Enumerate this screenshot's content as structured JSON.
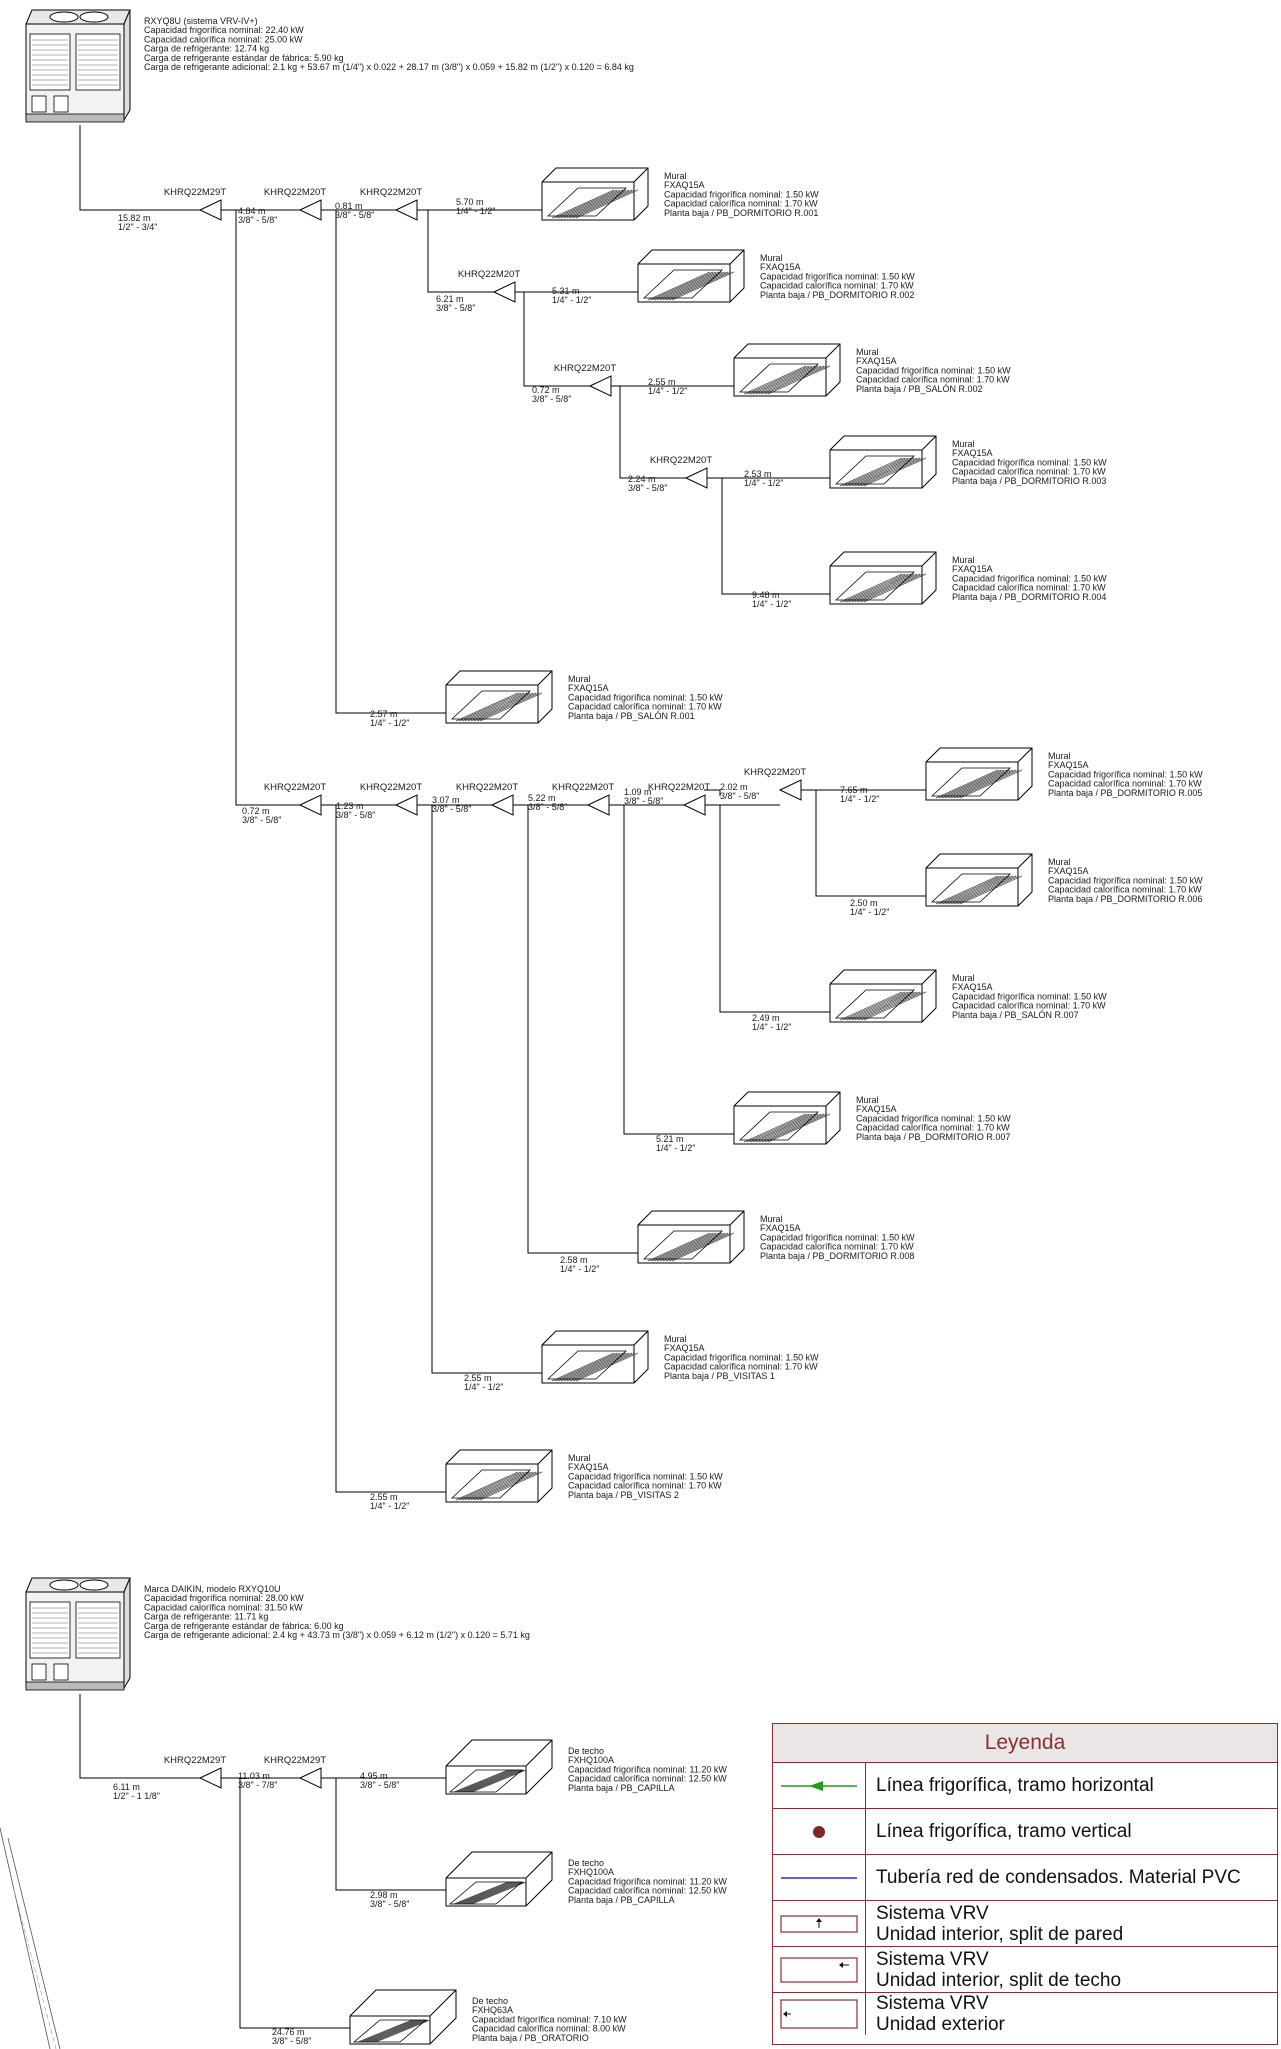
{
  "outdoor_units": [
    {
      "lines": [
        "RXYQ8U (sistema VRV-IV+)",
        "Capacidad frigorífica nominal: 22.40 kW",
        "Capacidad calorífica nominal: 25.00 kW",
        "Carga de refrigerante: 12.74 kg",
        "Carga de refrigerante estándar de fábrica: 5.90 kg",
        "Carga de refrigerante adicional: 2.1 kg + 53.67 m (1/4\") x 0.022 + 28.17 m (3/8\") x 0.059 + 15.82 m (1/2\") x 0.120 = 6.84 kg"
      ]
    },
    {
      "lines": [
        "Marca DAIKIN, modelo RXYQ10U",
        "Capacidad frigorífica nominal: 28.00 kW",
        "Capacidad calorífica nominal: 31.50 kW",
        "Carga de refrigerante: 11.71 kg",
        "Carga de refrigerante estándar de fábrica: 6.00 kg",
        "Carga de refrigerante adicional: 2.4 kg + 43.73 m (3/8\") x 0.059 + 6.12 m (1/2\") x 0.120 = 5.71 kg"
      ]
    }
  ],
  "indoor_units": [
    {
      "lines": [
        "Mural",
        "FXAQ15A",
        "Capacidad frigorífica nominal: 1.50 kW",
        "Capacidad calorífica nominal: 1.70 kW",
        "Planta baja / PB_DORMITORIO R.001"
      ],
      "type": "mural"
    },
    {
      "lines": [
        "Mural",
        "FXAQ15A",
        "Capacidad frigorífica nominal: 1.50 kW",
        "Capacidad calorífica nominal: 1.70 kW",
        "Planta baja / PB_DORMITORIO R.002"
      ],
      "type": "mural"
    },
    {
      "lines": [
        "Mural",
        "FXAQ15A",
        "Capacidad frigorífica nominal: 1.50 kW",
        "Capacidad calorífica nominal: 1.70 kW",
        "Planta baja / PB_SALÓN R.002"
      ],
      "type": "mural"
    },
    {
      "lines": [
        "Mural",
        "FXAQ15A",
        "Capacidad frigorífica nominal: 1.50 kW",
        "Capacidad calorífica nominal: 1.70 kW",
        "Planta baja / PB_DORMITORIO R.003"
      ],
      "type": "mural"
    },
    {
      "lines": [
        "Mural",
        "FXAQ15A",
        "Capacidad frigorífica nominal: 1.50 kW",
        "Capacidad calorífica nominal: 1.70 kW",
        "Planta baja / PB_DORMITORIO R.004"
      ],
      "type": "mural"
    },
    {
      "lines": [
        "Mural",
        "FXAQ15A",
        "Capacidad frigorífica nominal: 1.50 kW",
        "Capacidad calorífica nominal: 1.70 kW",
        "Planta baja / PB_SALÓN R.001"
      ],
      "type": "mural"
    },
    {
      "lines": [
        "Mural",
        "FXAQ15A",
        "Capacidad frigorífica nominal: 1.50 kW",
        "Capacidad calorífica nominal: 1.70 kW",
        "Planta baja / PB_DORMITORIO R.005"
      ],
      "type": "mural"
    },
    {
      "lines": [
        "Mural",
        "FXAQ15A",
        "Capacidad frigorífica nominal: 1.50 kW",
        "Capacidad calorífica nominal: 1.70 kW",
        "Planta baja / PB_DORMITORIO R.006"
      ],
      "type": "mural"
    },
    {
      "lines": [
        "Mural",
        "FXAQ15A",
        "Capacidad frigorífica nominal: 1.50 kW",
        "Capacidad calorífica nominal: 1.70 kW",
        "Planta baja / PB_SALÓN R.007"
      ],
      "type": "mural"
    },
    {
      "lines": [
        "Mural",
        "FXAQ15A",
        "Capacidad frigorífica nominal: 1.50 kW",
        "Capacidad calorífica nominal: 1.70 kW",
        "Planta baja / PB_DORMITORIO R.007"
      ],
      "type": "mural"
    },
    {
      "lines": [
        "Mural",
        "FXAQ15A",
        "Capacidad frigorífica nominal: 1.50 kW",
        "Capacidad calorífica nominal: 1.70 kW",
        "Planta baja / PB_DORMITORIO R.008"
      ],
      "type": "mural"
    },
    {
      "lines": [
        "Mural",
        "FXAQ15A",
        "Capacidad frigorífica nominal: 1.50 kW",
        "Capacidad calorífica nominal: 1.70 kW",
        "Planta baja / PB_VISITAS 1"
      ],
      "type": "mural"
    },
    {
      "lines": [
        "Mural",
        "FXAQ15A",
        "Capacidad frigorífica nominal: 1.50 kW",
        "Capacidad calorífica nominal: 1.70 kW",
        "Planta baja / PB_VISITAS 2"
      ],
      "type": "mural"
    },
    {
      "lines": [
        "De techo",
        "FXHQ100A",
        "Capacidad frigorífica nominal: 11.20 kW",
        "Capacidad calorífica nominal: 12.50 kW",
        "Planta baja / PB_CAPILLA"
      ],
      "type": "techo"
    },
    {
      "lines": [
        "De techo",
        "FXHQ100A",
        "Capacidad frigorífica nominal: 11.20 kW",
        "Capacidad calorífica nominal: 12.50 kW",
        "Planta baja / PB_CAPILLA"
      ],
      "type": "techo"
    },
    {
      "lines": [
        "De techo",
        "FXHQ63A",
        "Capacidad frigorífica nominal: 7.10 kW",
        "Capacidad calorífica nominal: 8.00 kW",
        "Planta baja / PB_ORATORIO"
      ],
      "type": "techo"
    }
  ],
  "branch_kits": [
    "KHRQ22M29T",
    "KHRQ22M20T",
    "KHRQ22M20T",
    "KHRQ22M20T",
    "KHRQ22M20T",
    "KHRQ22M20T",
    "KHRQ22M20T",
    "KHRQ22M20T",
    "KHRQ22M20T",
    "KHRQ22M20T",
    "KHRQ22M20T",
    "KHRQ22M20T",
    "KHRQ22M29T",
    "KHRQ22M29T"
  ],
  "pipe_labels": [
    {
      "len": "15.82 m",
      "dia": "1/2\" - 3/4\""
    },
    {
      "len": "4.84 m",
      "dia": "3/8\" - 5/8\""
    },
    {
      "len": "0.81 m",
      "dia": "3/8\" - 5/8\""
    },
    {
      "len": "5.70 m",
      "dia": "1/4\" - 1/2\""
    },
    {
      "len": "6.21 m",
      "dia": "3/8\" - 5/8\""
    },
    {
      "len": "5.31 m",
      "dia": "1/4\" - 1/2\""
    },
    {
      "len": "0.72 m",
      "dia": "3/8\" - 5/8\""
    },
    {
      "len": "2.55 m",
      "dia": "1/4\" - 1/2\""
    },
    {
      "len": "2.24 m",
      "dia": "3/8\" - 5/8\""
    },
    {
      "len": "2.53 m",
      "dia": "1/4\" - 1/2\""
    },
    {
      "len": "9.48 m",
      "dia": "1/4\" - 1/2\""
    },
    {
      "len": "2.57 m",
      "dia": "1/4\" - 1/2\""
    },
    {
      "len": "0.72 m",
      "dia": "3/8\" - 5/8\""
    },
    {
      "len": "1.23 m",
      "dia": "3/8\" - 5/8\""
    },
    {
      "len": "3.07 m",
      "dia": "3/8\" - 5/8\""
    },
    {
      "len": "5.22 m",
      "dia": "3/8\" - 5/8\""
    },
    {
      "len": "1.09 m",
      "dia": "3/8\" - 5/8\""
    },
    {
      "len": "2.02 m",
      "dia": "3/8\" - 5/8\""
    },
    {
      "len": "7.65 m",
      "dia": "1/4\" - 1/2\""
    },
    {
      "len": "2.50 m",
      "dia": "1/4\" - 1/2\""
    },
    {
      "len": "2.49 m",
      "dia": "1/4\" - 1/2\""
    },
    {
      "len": "5.21 m",
      "dia": "1/4\" - 1/2\""
    },
    {
      "len": "2.58 m",
      "dia": "1/4\" - 1/2\""
    },
    {
      "len": "2.55 m",
      "dia": "1/4\" - 1/2\""
    },
    {
      "len": "2.55 m",
      "dia": "1/4\" - 1/2\""
    },
    {
      "len": "6.11 m",
      "dia": "1/2\" - 1 1/8\""
    },
    {
      "len": "11.03 m",
      "dia": "3/8\" - 7/8\""
    },
    {
      "len": "4.95 m",
      "dia": "3/8\" - 5/8\""
    },
    {
      "len": "2.98 m",
      "dia": "3/8\" - 5/8\""
    },
    {
      "len": "24.76 m",
      "dia": "3/8\" - 5/8\""
    }
  ],
  "legend": {
    "title": "Leyenda",
    "rows": [
      {
        "lines": [
          "Línea frigorífica, tramo horizontal"
        ]
      },
      {
        "lines": [
          "Línea frigorífica, tramo vertical"
        ]
      },
      {
        "lines": [
          "Tubería red de condensados. Material PVC"
        ]
      },
      {
        "lines": [
          "Sistema VRV",
          "Unidad interior, split de pared"
        ]
      },
      {
        "lines": [
          "Sistema VRV",
          "Unidad interior, split de techo"
        ]
      },
      {
        "lines": [
          "Sistema VRV",
          "Unidad exterior"
        ]
      }
    ]
  },
  "colors": {
    "line": "#000000",
    "legend_border": "#8b2e2e",
    "legend_title": "#8b2e2e",
    "horizontal_line": "#1e9e1e",
    "vertical_dot": "#7a2a2a",
    "condensate": "#2b2bd6"
  }
}
